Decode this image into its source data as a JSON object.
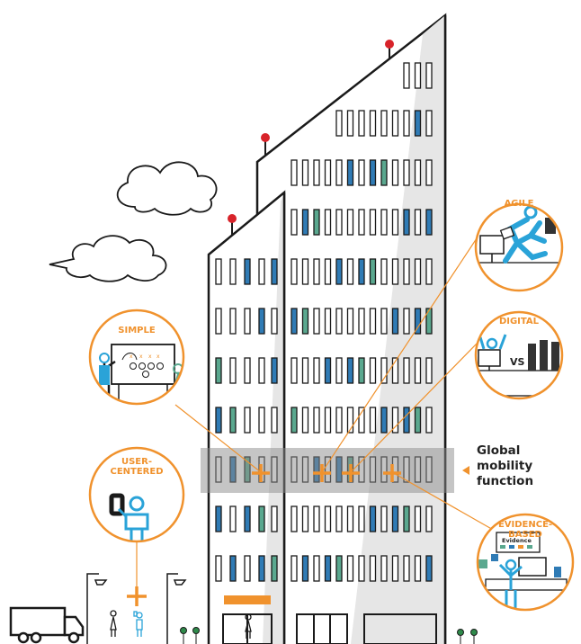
{
  "callouts": {
    "agile": "AGILE",
    "digital": "DIGITAL",
    "simple": "SIMPLE",
    "user_centered_1": "USER-",
    "user_centered_2": "CENTERED",
    "evidence_based_1": "EVIDENCE-",
    "evidence_based_2": "BASED"
  },
  "function_label": {
    "line1": "Global",
    "line2": "mobility",
    "line3": "function"
  },
  "small_text": {
    "vs": "VS",
    "evidence": "Evidence"
  },
  "colors": {
    "accent": "#f0922d",
    "outline": "#1a1a1a",
    "window_blue": "#2f7bb5",
    "window_teal": "#5aa88f",
    "figure_blue": "#2aa3d8",
    "band": "#8c8c8c"
  }
}
